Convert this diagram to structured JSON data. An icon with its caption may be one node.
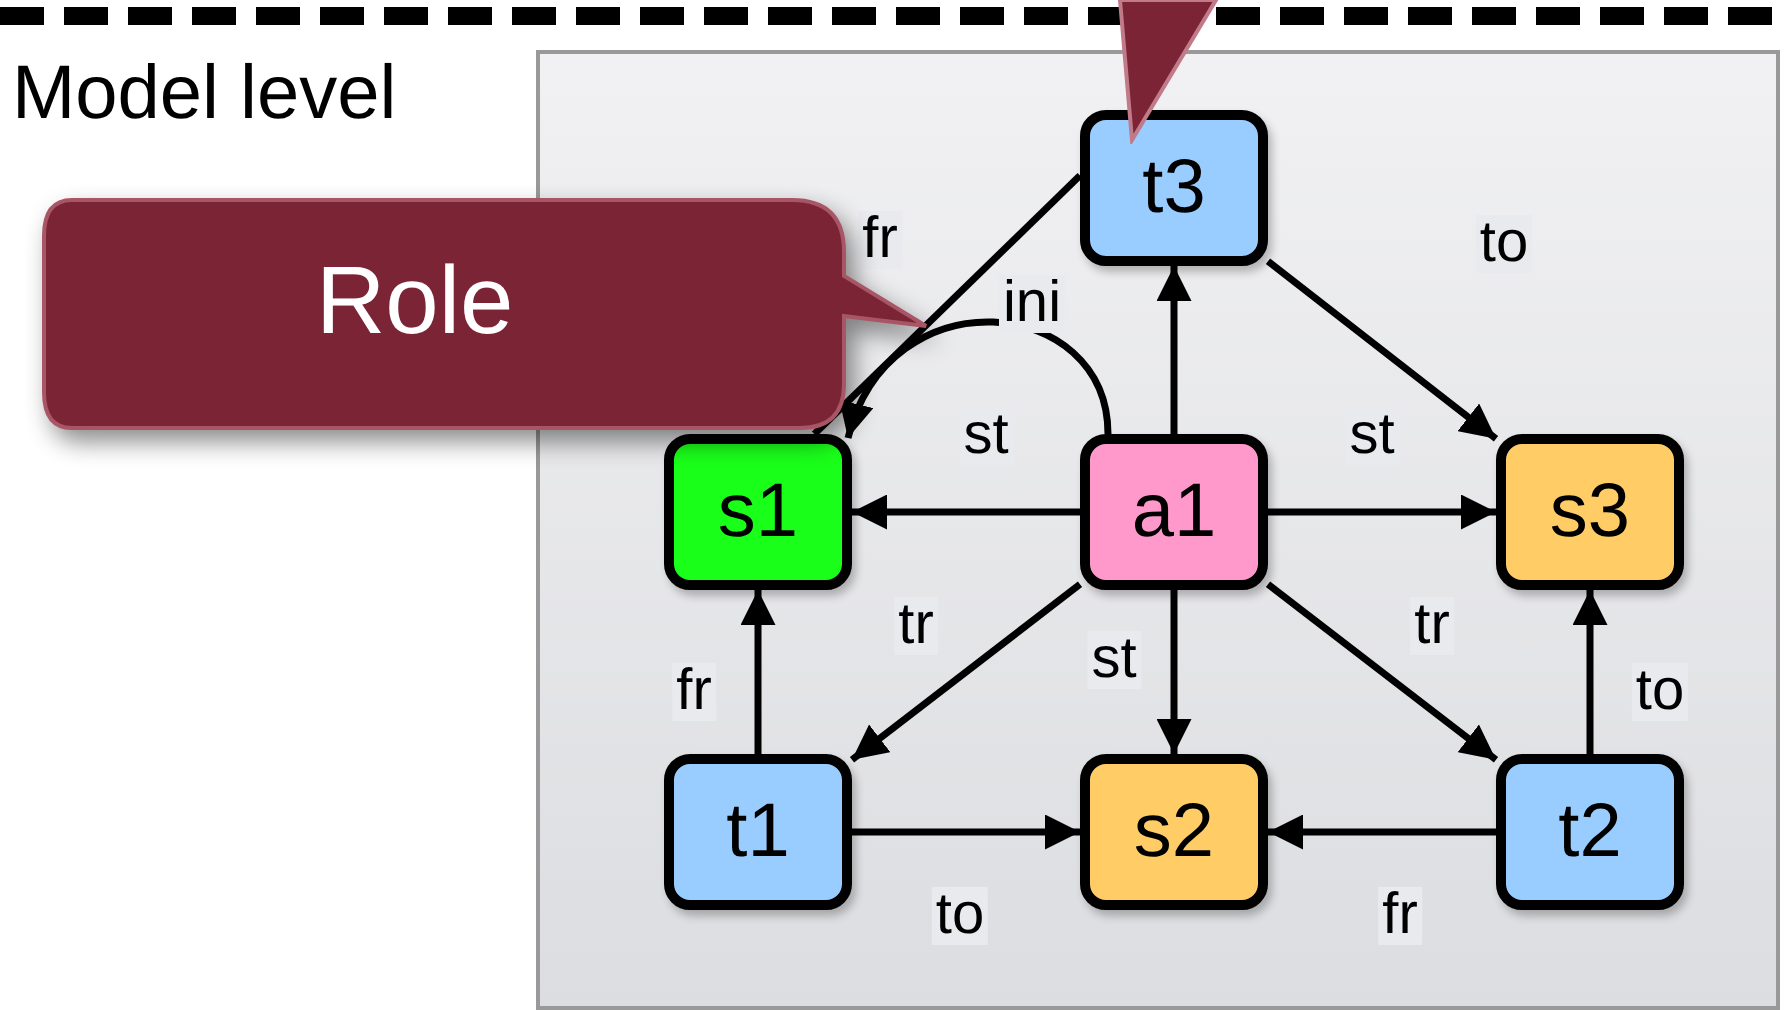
{
  "diagram": {
    "nodes": [
      {
        "text": [
          "Model level"
        ]
      },
      {
        "text": [
          "t3"
        ],
        "in": 0
      },
      {
        "text": [
          "Role"
        ]
      },
      {
        "text": [
          "s1"
        ],
        "in": 0
      },
      {
        "text": [
          "a1"
        ],
        "in": 0
      },
      {
        "text": [
          "s3"
        ],
        "in": 0
      },
      {
        "text": [
          "t1"
        ],
        "in": 0
      },
      {
        "text": [
          "s2"
        ],
        "in": 0
      },
      {
        "text": [
          "t2"
        ],
        "in": 0
      }
    ],
    "edges": [
      {
        "from": 1,
        "to": 3,
        "arrow": "none",
        "label": "fr"
      },
      {
        "from": 1,
        "to": 5,
        "arrow": "to",
        "label": "to"
      },
      {
        "from": 4,
        "to": 3,
        "arrow": "to",
        "label": "ini"
      },
      {
        "from": 4,
        "to": 3,
        "arrow": "to",
        "label": "st"
      },
      {
        "from": 4,
        "to": 1,
        "arrow": "to"
      },
      {
        "from": 4,
        "to": 5,
        "arrow": "to",
        "label": "st"
      },
      {
        "from": 4,
        "to": 6,
        "arrow": "to",
        "label": "tr"
      },
      {
        "from": 4,
        "to": 7,
        "arrow": "to",
        "label": "st"
      },
      {
        "from": 4,
        "to": 8,
        "arrow": "to",
        "label": "tr"
      },
      {
        "from": 6,
        "to": 3,
        "arrow": "to",
        "label": "fr"
      },
      {
        "from": 6,
        "to": 7,
        "arrow": "to",
        "label": "to"
      },
      {
        "from": 8,
        "to": 7,
        "arrow": "to",
        "label": "fr"
      },
      {
        "from": 8,
        "to": 5,
        "arrow": "to",
        "label": "to"
      }
    ]
  }
}
